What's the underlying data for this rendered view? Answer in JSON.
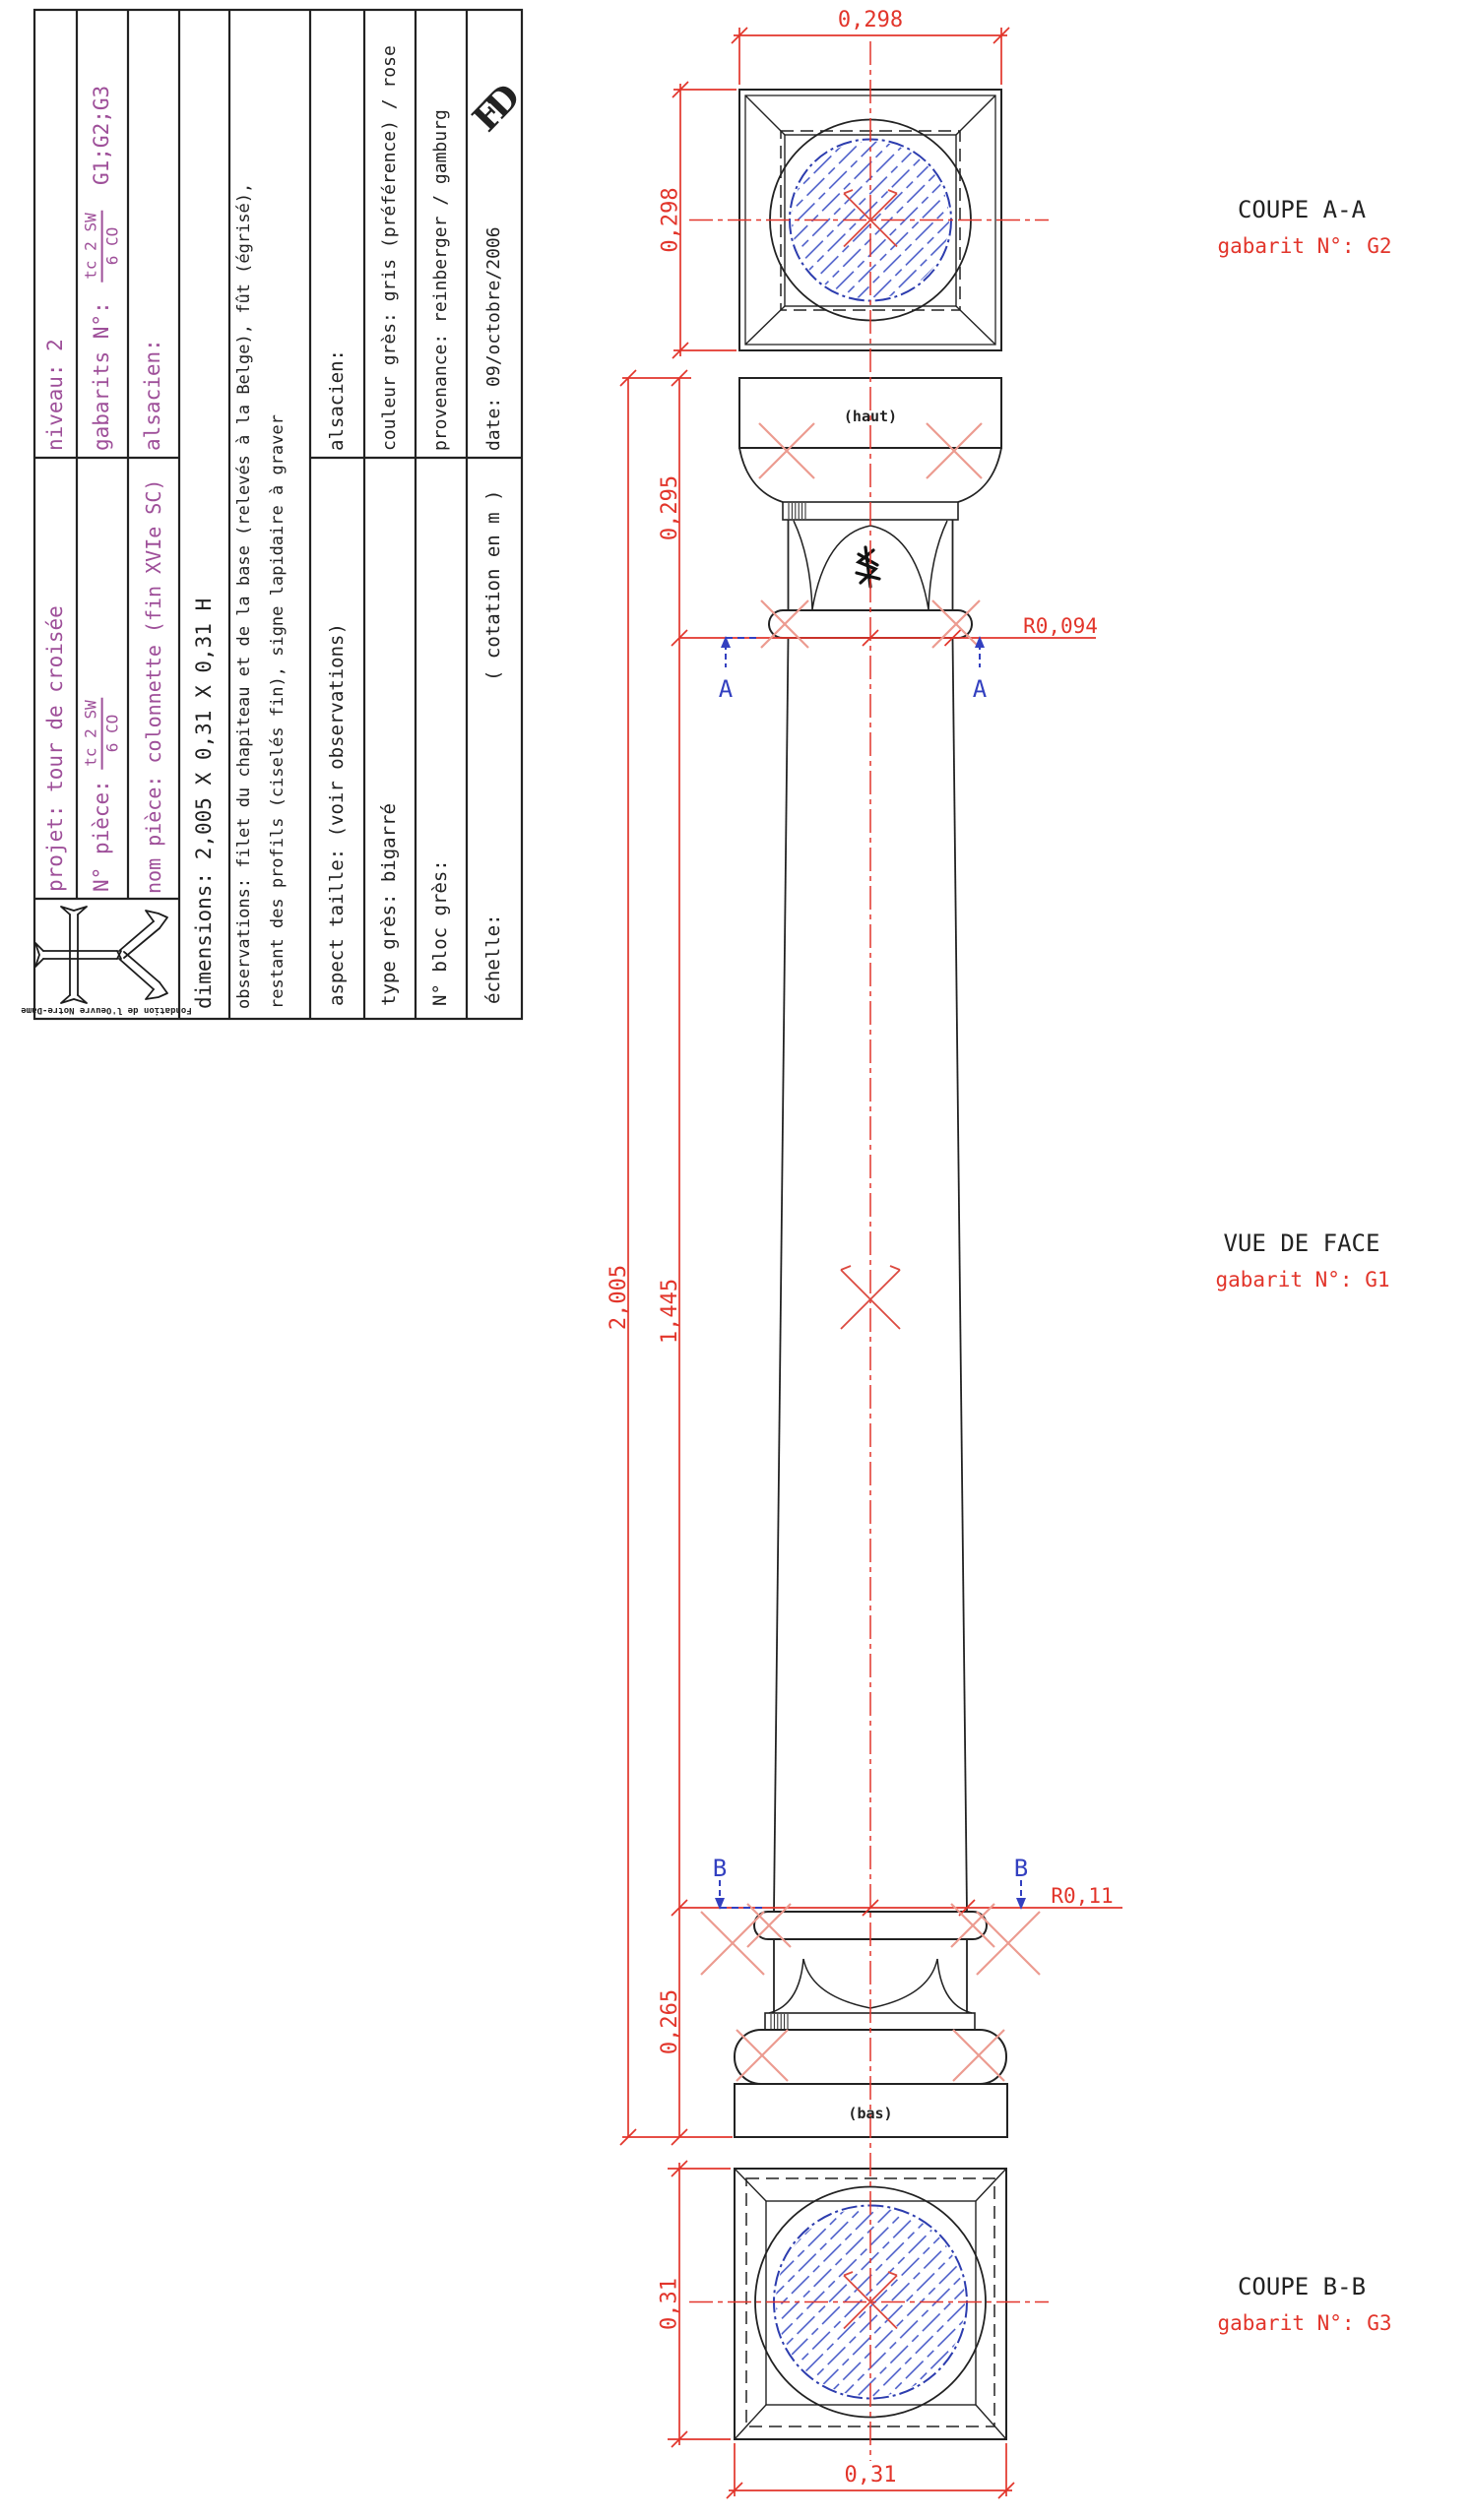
{
  "title_block": {
    "col1": {
      "top": "niveau: 2",
      "bottom": "projet: tour de croisée"
    },
    "col2": {
      "top_label": "gabarits N°:",
      "frac_num": "tc 2 SW",
      "frac_den": "6 CO",
      "top_suffix": "G1;G2;G3",
      "bottom_label": "N° pièce:"
    },
    "col3": {
      "top": "alsacien:",
      "bottom": "nom pièce: colonnette (fin XVIe SC)"
    },
    "col4": {
      "text": "dimensions: 2,005 X 0,31 X 0,31 H"
    },
    "col5": {
      "line1": "observations: filet du chapiteau et de la base (relevés à la Belge), fût (égrisé),",
      "line2": "restant des profils (ciselés fin), signe lapidaire à graver"
    },
    "col6": {
      "top": "alsacien:",
      "bottom": "aspect taille: (voir observations)"
    },
    "col7": {
      "top": "couleur grès: gris (préférence) / rose",
      "bottom": "type grès: bigarré"
    },
    "col8": {
      "top": "provenance: reinberger / gamburg",
      "bottom": "N° bloc grès:"
    },
    "col9": {
      "top": "date: 09/octobre/2006",
      "bottom_label": "échelle:",
      "bottom_note": "( cotation en m )",
      "monogram": "FD"
    },
    "logo_caption": "Fondation de l'Oeuvre Notre-Dame"
  },
  "views": {
    "coupe_aa": {
      "title": "COUPE A-A",
      "gabarit": "gabarit N°: G2",
      "dim_width": "0,298",
      "dim_height": "0,298"
    },
    "vue_de_face": {
      "title": "VUE DE FACE",
      "gabarit": "gabarit N°: G1",
      "label_top": "(haut)",
      "label_bottom": "(bas)",
      "dim_total": "2,005",
      "dim_capital": "0,295",
      "dim_shaft": "1,445",
      "dim_base": "0,265",
      "radius_top": "R0,094",
      "radius_bottom": "R0,11",
      "marker_a_left": "A",
      "marker_a_right": "A",
      "marker_b_left": "B",
      "marker_b_right": "B"
    },
    "coupe_bb": {
      "title": "COUPE B-B",
      "gabarit": "gabarit N°: G3",
      "dim_width": "0,31",
      "dim_height": "0,31"
    }
  },
  "colors": {
    "red": "#e2352b",
    "pink": "#ec9b90",
    "blue_marker": "#3340c0",
    "blue_hatch": "#4053c6",
    "purple": "#9e4f99",
    "line_black": "#222222"
  }
}
